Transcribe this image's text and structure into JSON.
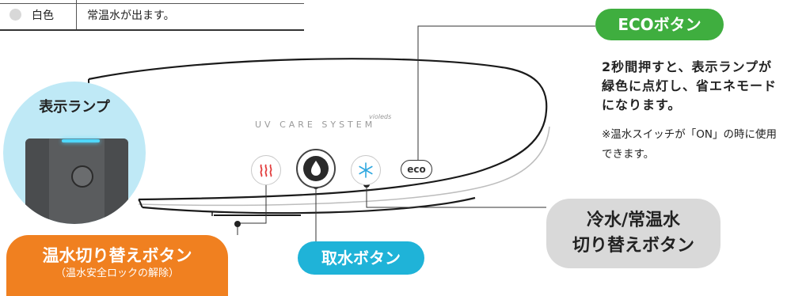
{
  "table": {
    "color_label": "白色",
    "description": "常温水が出ます。"
  },
  "device": {
    "brand": "UV CARE SYSTEM",
    "brand_sub": "violeds",
    "eco_button_text": "eco"
  },
  "lamp_zoom": {
    "title": "表示ランプ"
  },
  "eco": {
    "label": "ECOボタン",
    "description": "2秒間押すと、表示ランプが緑色に点灯し、省エネモードになります。",
    "note": "※温水スイッチが「ON」の時に使用できます。"
  },
  "water_button": {
    "label": "取水ボタン"
  },
  "cold_switch": {
    "line1": "冷水/常温水",
    "line2": "切り替えボタン"
  },
  "heat_button": {
    "label": "温水切り替えボタン",
    "sub": "（温水安全ロックの解除）"
  },
  "colors": {
    "eco_green": "#3fae3f",
    "water_blue": "#1fb3d8",
    "heat_orange": "#f08020",
    "switch_gray": "#d9d9d9",
    "lamp_bg": "#bfe9f6",
    "heat_icon": "#e23b3b",
    "cold_icon": "#2fa8e0"
  }
}
